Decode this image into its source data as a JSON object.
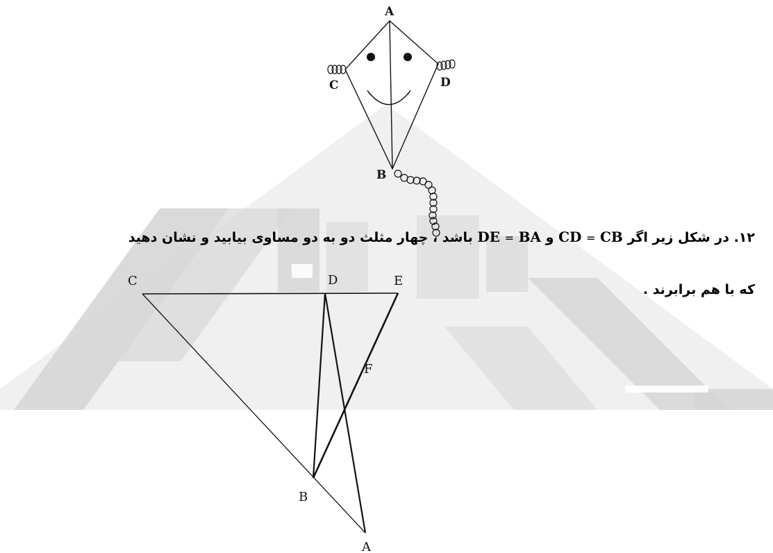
{
  "kite_figure": {
    "labels": {
      "A": "A",
      "B": "B",
      "C": "C",
      "D": "D"
    }
  },
  "problem": {
    "number": "۱۲.",
    "line1": {
      "text_start": "در شکل زیر اگر",
      "seg1": "CD",
      "eq1": "=",
      "seg2": "CB",
      "conj": "و",
      "seg3": "DE",
      "eq2": "=",
      "seg4": "BA",
      "text_end": "باشد ، چهار مثلث دو به دو مساوی بیابید و نشان دهید"
    },
    "line2": "که با هم برابرند ."
  },
  "geometry_figure": {
    "labels": {
      "A": "A",
      "B": "B",
      "C": "C",
      "D": "D",
      "E": "E",
      "F": "F"
    }
  },
  "colors": {
    "watermark": "#c9c9c9",
    "text": "#000000",
    "lines": "#111111"
  }
}
